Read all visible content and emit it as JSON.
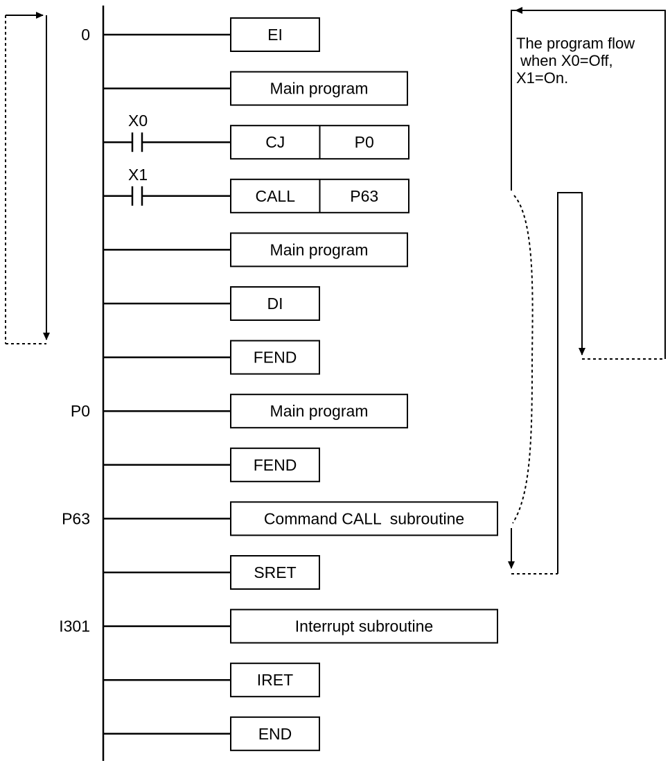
{
  "rungs": [
    {
      "label": "0",
      "contact": "",
      "cells": [
        "EI"
      ]
    },
    {
      "label": "",
      "contact": "",
      "cells": [
        "Main program"
      ]
    },
    {
      "label": "",
      "contact": "X0",
      "cells": [
        "CJ",
        "P0"
      ]
    },
    {
      "label": "",
      "contact": "X1",
      "cells": [
        "CALL",
        "P63"
      ]
    },
    {
      "label": "",
      "contact": "",
      "cells": [
        "Main program"
      ]
    },
    {
      "label": "",
      "contact": "",
      "cells": [
        "DI"
      ]
    },
    {
      "label": "",
      "contact": "",
      "cells": [
        "FEND"
      ]
    },
    {
      "label": "P0",
      "contact": "",
      "cells": [
        "Main program"
      ]
    },
    {
      "label": "",
      "contact": "",
      "cells": [
        "FEND"
      ]
    },
    {
      "label": "P63",
      "contact": "",
      "cells": [
        "Command CALL  subroutine"
      ]
    },
    {
      "label": "",
      "contact": "",
      "cells": [
        "SRET"
      ]
    },
    {
      "label": "I301",
      "contact": "",
      "cells": [
        "Interrupt subroutine"
      ]
    },
    {
      "label": "",
      "contact": "",
      "cells": [
        "IRET"
      ]
    },
    {
      "label": "",
      "contact": "",
      "cells": [
        "END"
      ]
    }
  ],
  "flow_note": {
    "lines": [
      "The program flow",
      " when X0=Off,",
      "X1=On."
    ]
  },
  "colors": {
    "line": "#000000",
    "background": "#ffffff"
  }
}
